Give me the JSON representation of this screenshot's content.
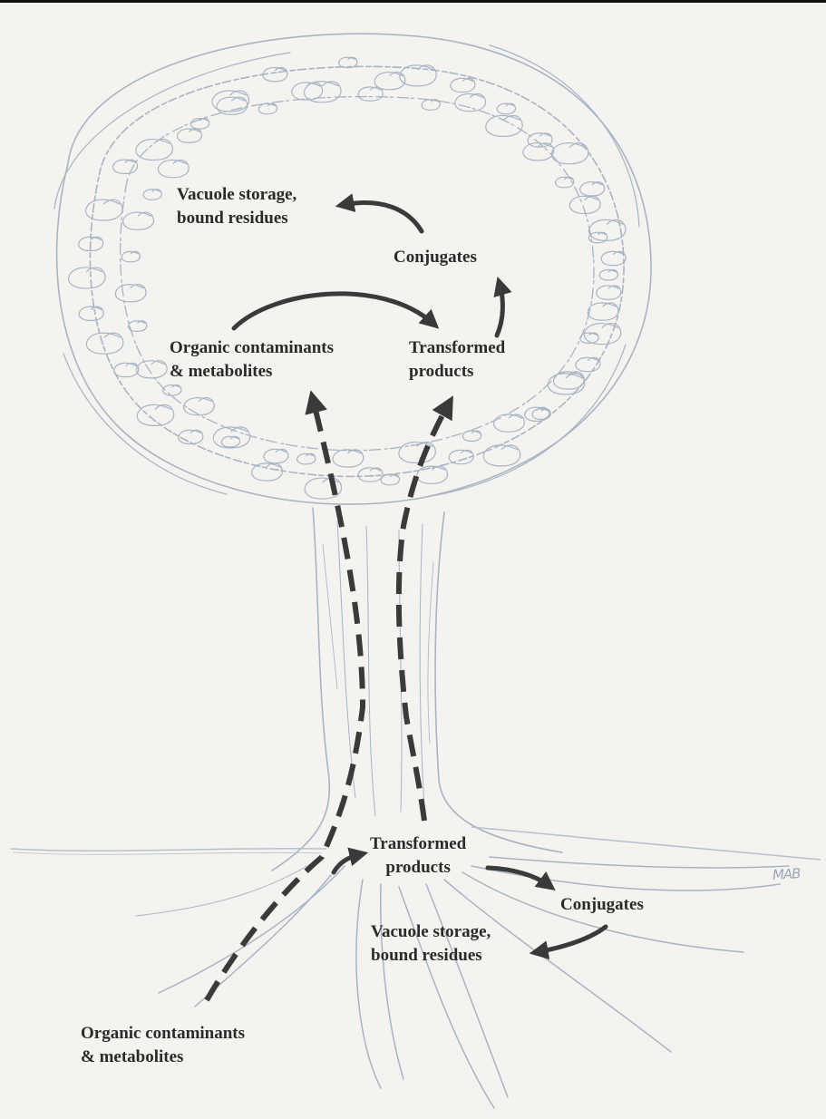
{
  "canopy": {
    "vacuole_line1": "Vacuole storage,",
    "vacuole_line2": "bound residues",
    "conjugates": "Conjugates",
    "organic_line1": "Organic contaminants",
    "organic_line2": "& metabolites",
    "transformed_line1": "Transformed",
    "transformed_line2": "products"
  },
  "roots": {
    "transformed_line1": "Transformed",
    "transformed_line2": "products",
    "conjugates": "Conjugates",
    "vacuole_line1": "Vacuole storage,",
    "vacuole_line2": "bound residues"
  },
  "soil": {
    "organic_line1": "Organic contaminants",
    "organic_line2": "& metabolites"
  },
  "signature": "MAB",
  "colors": {
    "arrow": "#3a3a3a",
    "sketch": "#a8b4c4",
    "ground": "#b6c0cc"
  }
}
